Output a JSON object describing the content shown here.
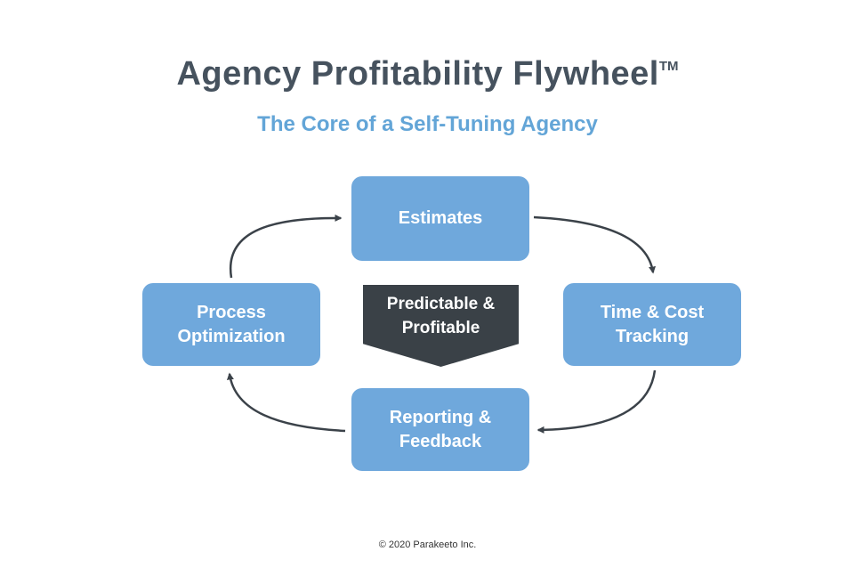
{
  "header": {
    "title": "Agency Profitability Flywheel",
    "trademark": "TM",
    "subtitle": "The Core of a Self-Tuning Agency"
  },
  "flywheel": {
    "center": {
      "label": "Predictable & Profitable"
    },
    "nodes": [
      {
        "id": "estimates",
        "label": "Estimates"
      },
      {
        "id": "time-cost-tracking",
        "label": "Time & Cost Tracking"
      },
      {
        "id": "reporting-feedback",
        "label": "Reporting & Feedback"
      },
      {
        "id": "process-optimization",
        "label": "Process Optimization"
      }
    ],
    "flow_direction": "clockwise"
  },
  "footer": {
    "copyright": "© 2020 Parakeeto Inc."
  },
  "colors": {
    "node_fill": "#6fa8dc",
    "node_text": "#ffffff",
    "center_fill": "#3a4147",
    "center_text": "#ffffff",
    "arrow": "#3b4249",
    "title_text": "#46525e",
    "subtitle_text": "#63a5d7"
  }
}
